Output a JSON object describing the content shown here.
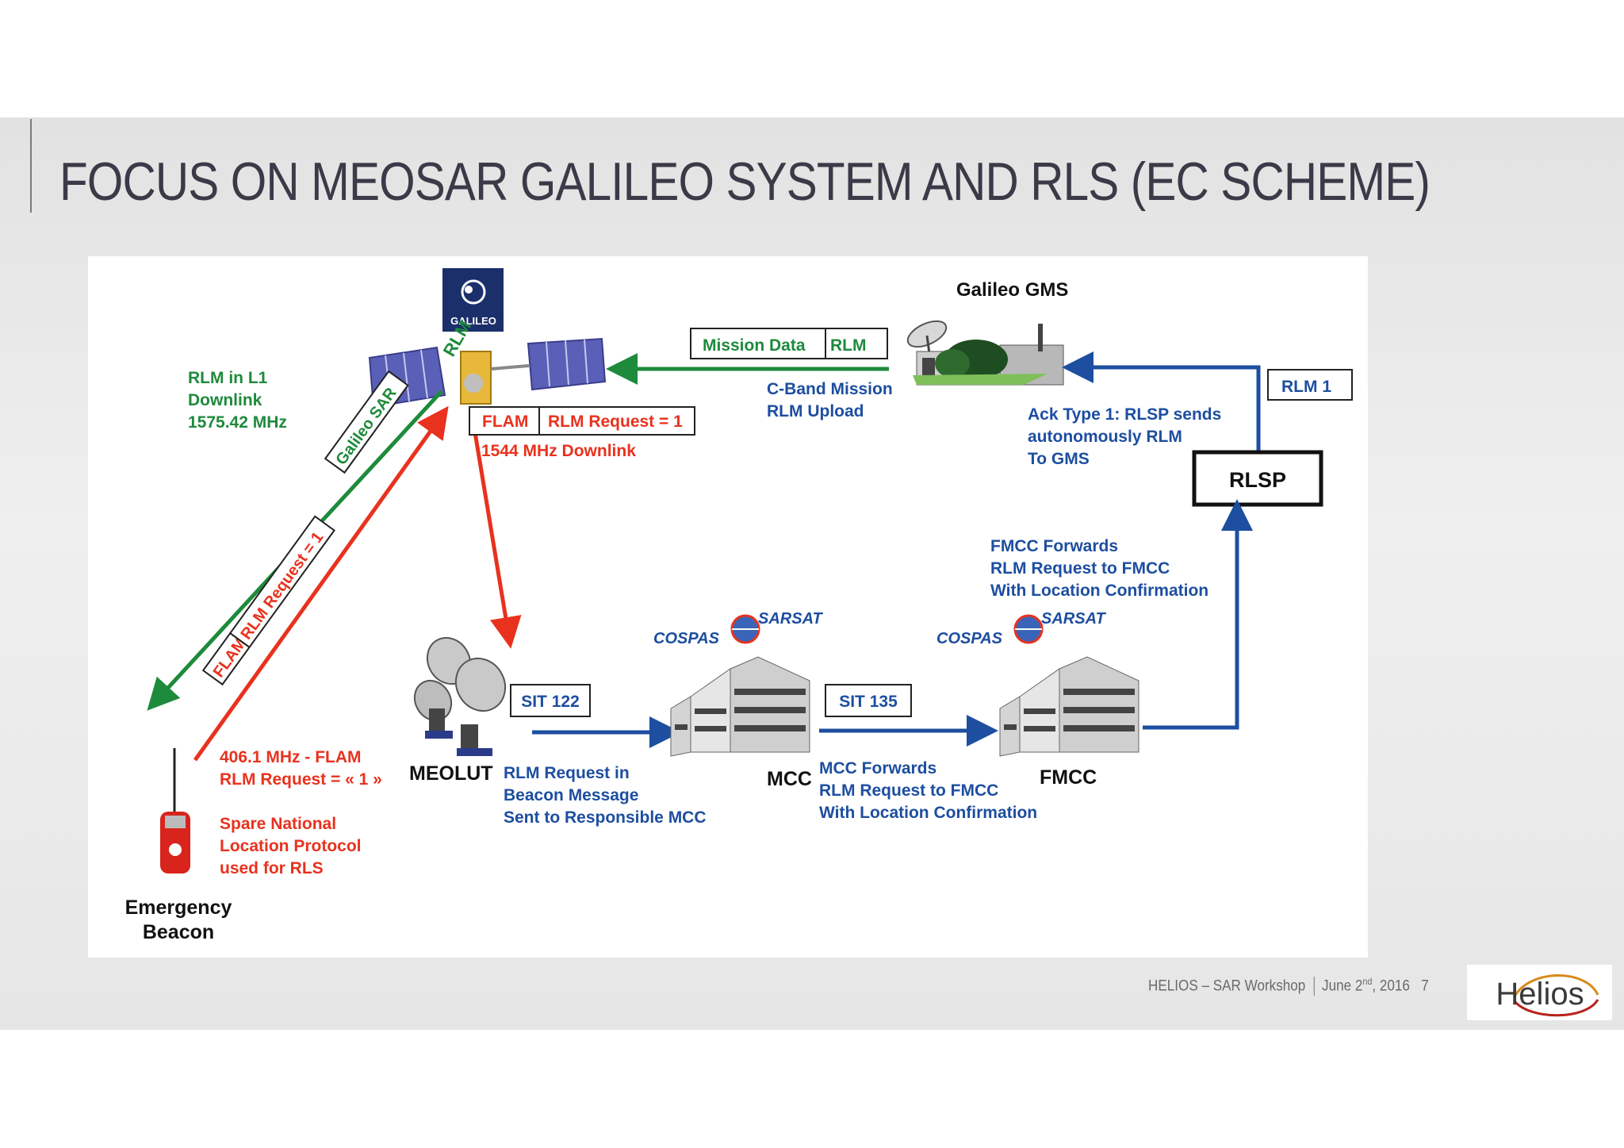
{
  "slide": {
    "title": "FOCUS ON MEOSAR GALILEO SYSTEM AND RLS (EC SCHEME)",
    "footer": {
      "workshop": "HELIOS – SAR Workshop",
      "date_prefix": "June 2",
      "date_sup": "nd",
      "date_suffix": ", 2016",
      "page": "7"
    },
    "logo_text": "Helios"
  },
  "diagram": {
    "galileo_badge": "GALILEO",
    "sat_label_rlm": "RLM",
    "beam_galileo_sar": "Galileo SAR",
    "beam_flam": "FLAM",
    "beam_rlm_request": "RLM Request = 1",
    "rlm_l1": [
      "RLM in L1",
      "Downlink",
      "1575.42 MHz"
    ],
    "flam_box": "FLAM",
    "rlm_request_box": "RLM Request = 1",
    "downlink_1544": "1544 MHz Downlink",
    "mission_data_box": "Mission Data",
    "mission_rlm_box": "RLM",
    "cband": [
      "C-Band Mission",
      "RLM Upload"
    ],
    "gms_title": "Galileo GMS",
    "rlm1_box": "RLM 1",
    "ack": [
      "Ack Type 1: RLSP sends",
      "autonomously RLM",
      "To GMS"
    ],
    "rlsp_box": "RLSP",
    "fmcc_fwd": [
      "FMCC Forwards",
      "RLM  Request to FMCC",
      "With Location Confirmation"
    ],
    "cospas": "COSPAS",
    "sarsat": "SARSAT",
    "sit122": "SIT 122",
    "sit135": "SIT 135",
    "meolut": "MEOLUT",
    "mcc": "MCC",
    "fmcc": "FMCC",
    "rlm_request_in": [
      "RLM Request in",
      "Beacon Message",
      "Sent to Responsible MCC"
    ],
    "mcc_fwd": [
      "MCC Forwards",
      "RLM  Request to FMCC",
      "With Location Confirmation"
    ],
    "freq_406": [
      "406.1 MHz - FLAM",
      "RLM Request = « 1 »"
    ],
    "spare": [
      "Spare National",
      "Location Protocol",
      "used for RLS"
    ],
    "beacon": [
      "Emergency",
      "Beacon"
    ]
  },
  "colors": {
    "green": "#1e8a3c",
    "red": "#e8321e",
    "blue": "#1d4ea0",
    "title": "#3a3a48"
  }
}
